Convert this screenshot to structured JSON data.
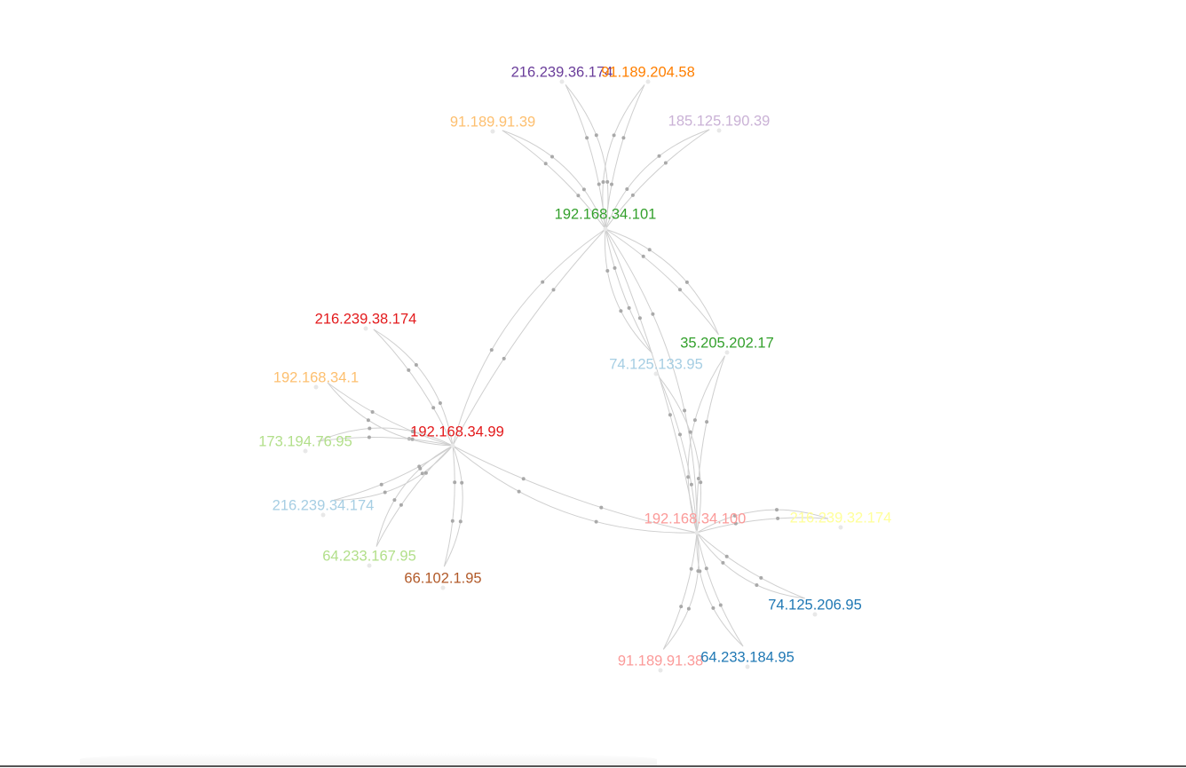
{
  "graph": {
    "nodes": [
      {
        "id": "n1",
        "label": "192.168.34.101",
        "color": "#33a02c"
      },
      {
        "id": "n2",
        "label": "216.239.36.174",
        "color": "#6a3d9a"
      },
      {
        "id": "n3",
        "label": "91.189.204.58",
        "color": "#ff7f00"
      },
      {
        "id": "n4",
        "label": "91.189.91.39",
        "color": "#fdbf6f"
      },
      {
        "id": "n5",
        "label": "185.125.190.39",
        "color": "#cab2d6"
      },
      {
        "id": "n6",
        "label": "216.239.38.174",
        "color": "#e31a1c"
      },
      {
        "id": "n7",
        "label": "192.168.34.1",
        "color": "#fdbf6f"
      },
      {
        "id": "n8",
        "label": "192.168.34.99",
        "color": "#e31a1c"
      },
      {
        "id": "n9",
        "label": "173.194.76.95",
        "color": "#b2df8a"
      },
      {
        "id": "n10",
        "label": "216.239.34.174",
        "color": "#a6cee3"
      },
      {
        "id": "n11",
        "label": "64.233.167.95",
        "color": "#b2df8a"
      },
      {
        "id": "n12",
        "label": "66.102.1.95",
        "color": "#b15928"
      },
      {
        "id": "n13",
        "label": "35.205.202.17",
        "color": "#33a02c"
      },
      {
        "id": "n14",
        "label": "74.125.133.95",
        "color": "#a6cee3"
      },
      {
        "id": "n15",
        "label": "192.168.34.100",
        "color": "#fb9a99"
      },
      {
        "id": "n16",
        "label": "216.239.32.174",
        "color": "#ffff99"
      },
      {
        "id": "n17",
        "label": "74.125.206.95",
        "color": "#1f78b4"
      },
      {
        "id": "n18",
        "label": "91.189.91.38",
        "color": "#fb9a99"
      },
      {
        "id": "n19",
        "label": "64.233.184.95",
        "color": "#1f78b4"
      }
    ],
    "edges": [
      {
        "source": "n1",
        "target": "n2"
      },
      {
        "source": "n1",
        "target": "n3"
      },
      {
        "source": "n1",
        "target": "n4"
      },
      {
        "source": "n1",
        "target": "n5"
      },
      {
        "source": "n1",
        "target": "n8"
      },
      {
        "source": "n1",
        "target": "n13"
      },
      {
        "source": "n1",
        "target": "n14"
      },
      {
        "source": "n1",
        "target": "n15"
      },
      {
        "source": "n8",
        "target": "n6"
      },
      {
        "source": "n8",
        "target": "n7"
      },
      {
        "source": "n8",
        "target": "n9"
      },
      {
        "source": "n8",
        "target": "n10"
      },
      {
        "source": "n8",
        "target": "n11"
      },
      {
        "source": "n8",
        "target": "n12"
      },
      {
        "source": "n8",
        "target": "n15"
      },
      {
        "source": "n15",
        "target": "n13"
      },
      {
        "source": "n15",
        "target": "n14"
      },
      {
        "source": "n15",
        "target": "n16"
      },
      {
        "source": "n15",
        "target": "n17"
      },
      {
        "source": "n15",
        "target": "n18"
      },
      {
        "source": "n15",
        "target": "n19"
      }
    ]
  }
}
